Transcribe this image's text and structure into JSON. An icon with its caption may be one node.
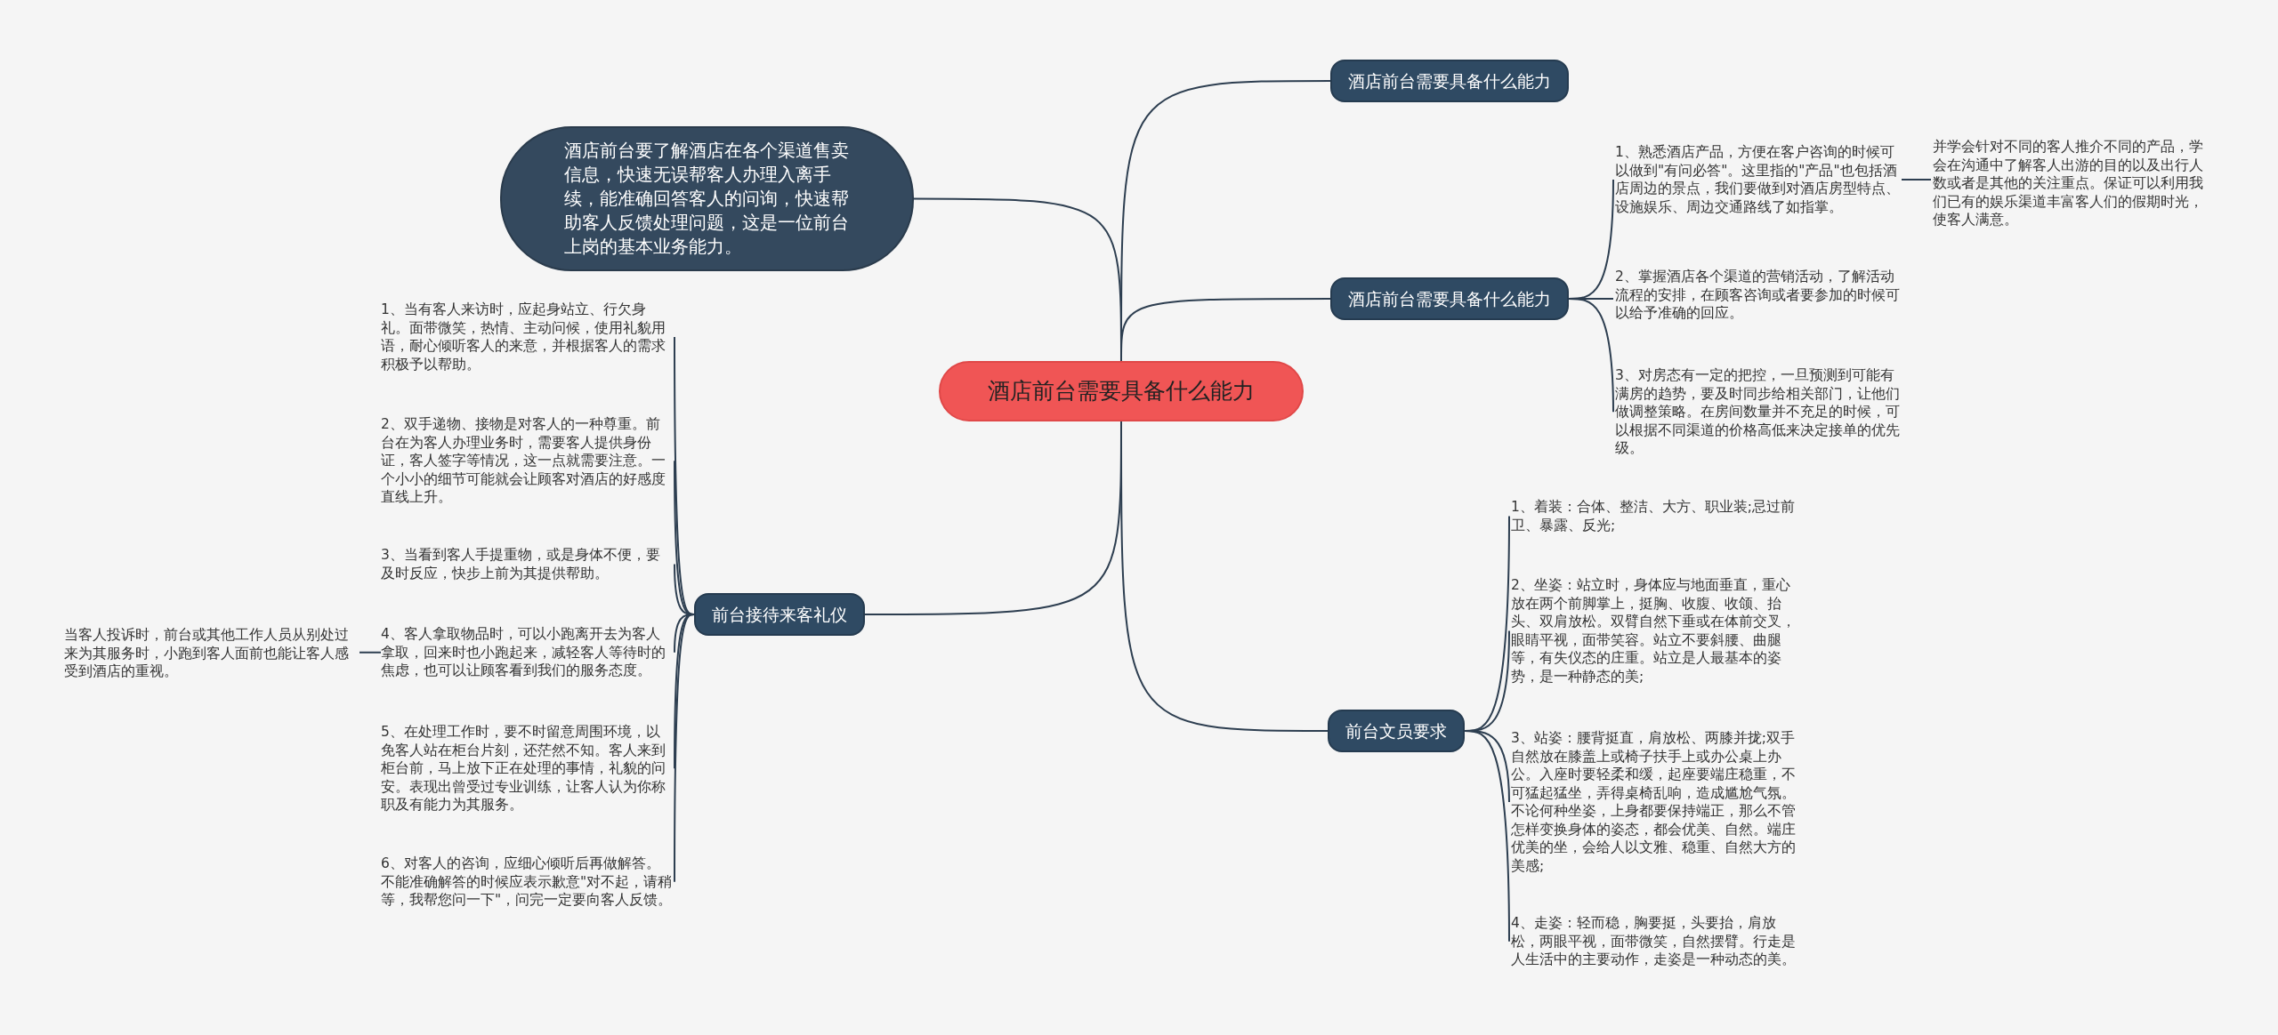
{
  "diagram": {
    "nodes": [
      {
        "text": [
          "酒店前台需要具备什么能力"
        ]
      },
      {
        "text": [
          "酒店前台需要具备什么能力"
        ]
      },
      {
        "text": [
          "酒店前台要了解酒店在各个渠道售卖信息，快速无误帮客人办理入离手续，能准确回答客人的问询，快速帮助客人反馈处理问题，这是一位前台上岗的基本业务能力。"
        ]
      },
      {
        "text": [
          "酒店前台需要具备什么能力"
        ]
      },
      {
        "text": [
          "1、熟悉酒店产品，方便在客户咨询的时候可以做到\"有问必答\"。这里指的\"产品\"也包括酒店周边的景点，我们要做到对酒店房型特点、设施娱乐、周边交通路线了如指掌。"
        ]
      },
      {
        "text": [
          "并学会针对不同的客人推介不同的产品，学会在沟通中了解客人出游的目的以及出行人数或者是其他的关注重点。保证可以利用我们已有的娱乐渠道丰富客人们的假期时光，使客人满意。"
        ]
      },
      {
        "text": [
          "2、掌握酒店各个渠道的营销活动，了解活动流程的安排，在顾客咨询或者要参加的时候可以给予准确的回应。"
        ]
      },
      {
        "text": [
          "3、对房态有一定的把控，一旦预测到可能有满房的趋势，要及时同步给相关部门，让他们做调整策略。在房间数量并不充足的时候，可以根据不同渠道的价格高低来决定接单的优先级。"
        ]
      },
      {
        "text": [
          "前台文员要求"
        ]
      },
      {
        "text": [
          "1、着装：合体、整洁、大方、职业装;忌过前卫、暴露、反光;"
        ]
      },
      {
        "text": [
          "2、坐姿：站立时，身体应与地面垂直，重心放在两个前脚掌上，挺胸、收腹、收颌、抬头、双肩放松。双臂自然下垂或在体前交叉，眼睛平视，面带笑容。站立不要斜腰、曲腿等，有失仪态的庄重。站立是人最基本的姿势，是一种静态的美;"
        ]
      },
      {
        "text": [
          "3、站姿：腰背挺直，肩放松、两膝并拢;双手自然放在膝盖上或椅子扶手上或办公桌上办公。入座时要轻柔和缓，起座要端庄稳重，不可猛起猛坐，弄得桌椅乱响，造成尴尬气氛。不论何种坐姿，上身都要保持端正，那么不管怎样变换身体的姿态，都会优美、自然。端庄优美的坐，会给人以文雅、稳重、自然大方的美感;"
        ]
      },
      {
        "text": [
          "4、走姿：轻而稳，胸要挺，头要抬，肩放松，两眼平视，面带微笑，自然摆臂。行走是人生活中的主要动作，走姿是一种动态的美。"
        ]
      },
      {
        "text": [
          "前台接待来客礼仪"
        ]
      },
      {
        "text": [
          "1、当有客人来访时，应起身站立、行欠身礼。面带微笑，热情、主动问候，使用礼貌用语，耐心倾听客人的来意，并根据客人的需求积极予以帮助。"
        ]
      },
      {
        "text": [
          "2、双手递物、接物是对客人的一种尊重。前台在为客人办理业务时，需要客人提供身份证，客人签字等情况，这一点就需要注意。一个小小的细节可能就会让顾客对酒店的好感度直线上升。"
        ]
      },
      {
        "text": [
          "3、当看到客人手提重物，或是身体不便，要及时反应，快步上前为其提供帮助。"
        ]
      },
      {
        "text": [
          "4、客人拿取物品时，可以小跑离开去为客人拿取，回来时也小跑起来，减轻客人等待时的焦虑，也可以让顾客看到我们的服务态度。"
        ]
      },
      {
        "text": [
          "5、在处理工作时，要不时留意周围环境，以免客人站在柜台片刻，还茫然不知。客人来到柜台前，马上放下正在处理的事情，礼貌的问安。表现出曾受过专业训练，让客人认为你称职及有能力为其服务。"
        ]
      },
      {
        "text": [
          "6、对客人的咨询，应细心倾听后再做解答。不能准确解答的时候应表示歉意\"对不起，请稍等，我帮您问一下\"，问完一定要向客人反馈。"
        ]
      },
      {
        "text": [
          "当客人投诉时，前台或其他工作人员从别处过来为其服务时，小跑到客人面前也能让客人感受到酒店的重视。"
        ]
      }
    ],
    "edges": [
      {
        "from": 0,
        "to": 1,
        "arrow": "none"
      },
      {
        "from": 0,
        "to": 2,
        "arrow": "none"
      },
      {
        "from": 0,
        "to": 3,
        "arrow": "none"
      },
      {
        "from": 3,
        "to": 4,
        "arrow": "none"
      },
      {
        "from": 4,
        "to": 5,
        "arrow": "none"
      },
      {
        "from": 3,
        "to": 6,
        "arrow": "none"
      },
      {
        "from": 3,
        "to": 7,
        "arrow": "none"
      },
      {
        "from": 0,
        "to": 8,
        "arrow": "none"
      },
      {
        "from": 8,
        "to": 9,
        "arrow": "none"
      },
      {
        "from": 8,
        "to": 10,
        "arrow": "none"
      },
      {
        "from": 8,
        "to": 11,
        "arrow": "none"
      },
      {
        "from": 8,
        "to": 12,
        "arrow": "none"
      },
      {
        "from": 0,
        "to": 13,
        "arrow": "none"
      },
      {
        "from": 13,
        "to": 14,
        "arrow": "none"
      },
      {
        "from": 13,
        "to": 15,
        "arrow": "none"
      },
      {
        "from": 13,
        "to": 16,
        "arrow": "none"
      },
      {
        "from": 13,
        "to": 17,
        "arrow": "none"
      },
      {
        "from": 13,
        "to": 18,
        "arrow": "none"
      },
      {
        "from": 13,
        "to": 19,
        "arrow": "none"
      },
      {
        "from": 17,
        "to": 20,
        "arrow": "none"
      }
    ]
  }
}
